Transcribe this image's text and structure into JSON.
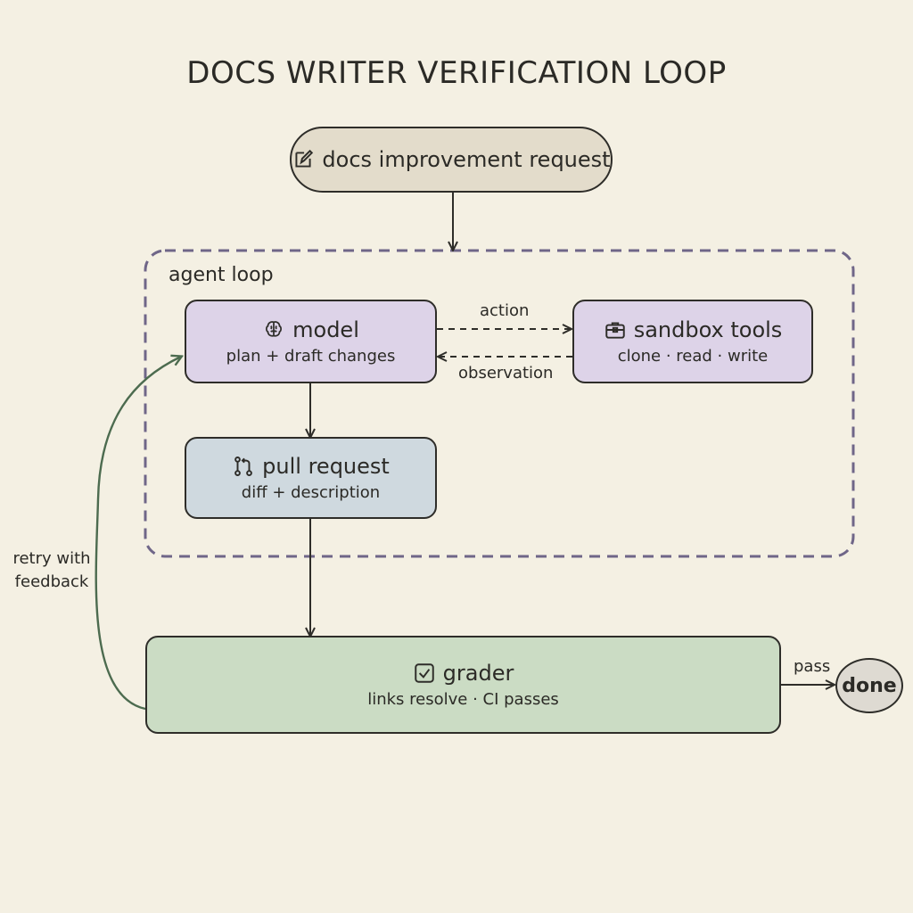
{
  "title": "DOCS WRITER VERIFICATION LOOP",
  "request": {
    "label": "docs improvement request",
    "icon": "pencil-icon"
  },
  "agent_loop": {
    "label": "agent loop"
  },
  "model": {
    "label": "model",
    "sub": "plan + draft changes",
    "icon": "brain-icon"
  },
  "sandbox": {
    "label": "sandbox tools",
    "sub": "clone · read · write",
    "icon": "toolbox-icon"
  },
  "pull_request": {
    "label": "pull request",
    "sub": "diff + description",
    "icon": "git-pull-request-icon"
  },
  "grader": {
    "label": "grader",
    "sub": "links resolve · CI passes",
    "icon": "checkbox-icon"
  },
  "done": {
    "label": "done"
  },
  "edges": {
    "action": "action",
    "observation": "observation",
    "pass": "pass",
    "retry": "retry with\nfeedback"
  },
  "colors": {
    "background": "#f4f0e3",
    "request_fill": "#e3dccb",
    "purple_fill": "#ddd3e8",
    "blue_fill": "#cfd9df",
    "green_fill": "#cbdcc4",
    "done_fill": "#dedad2",
    "loop_border": "#6f6688",
    "retry_arrow": "#4c6b4f",
    "ink": "#2e2d29"
  }
}
